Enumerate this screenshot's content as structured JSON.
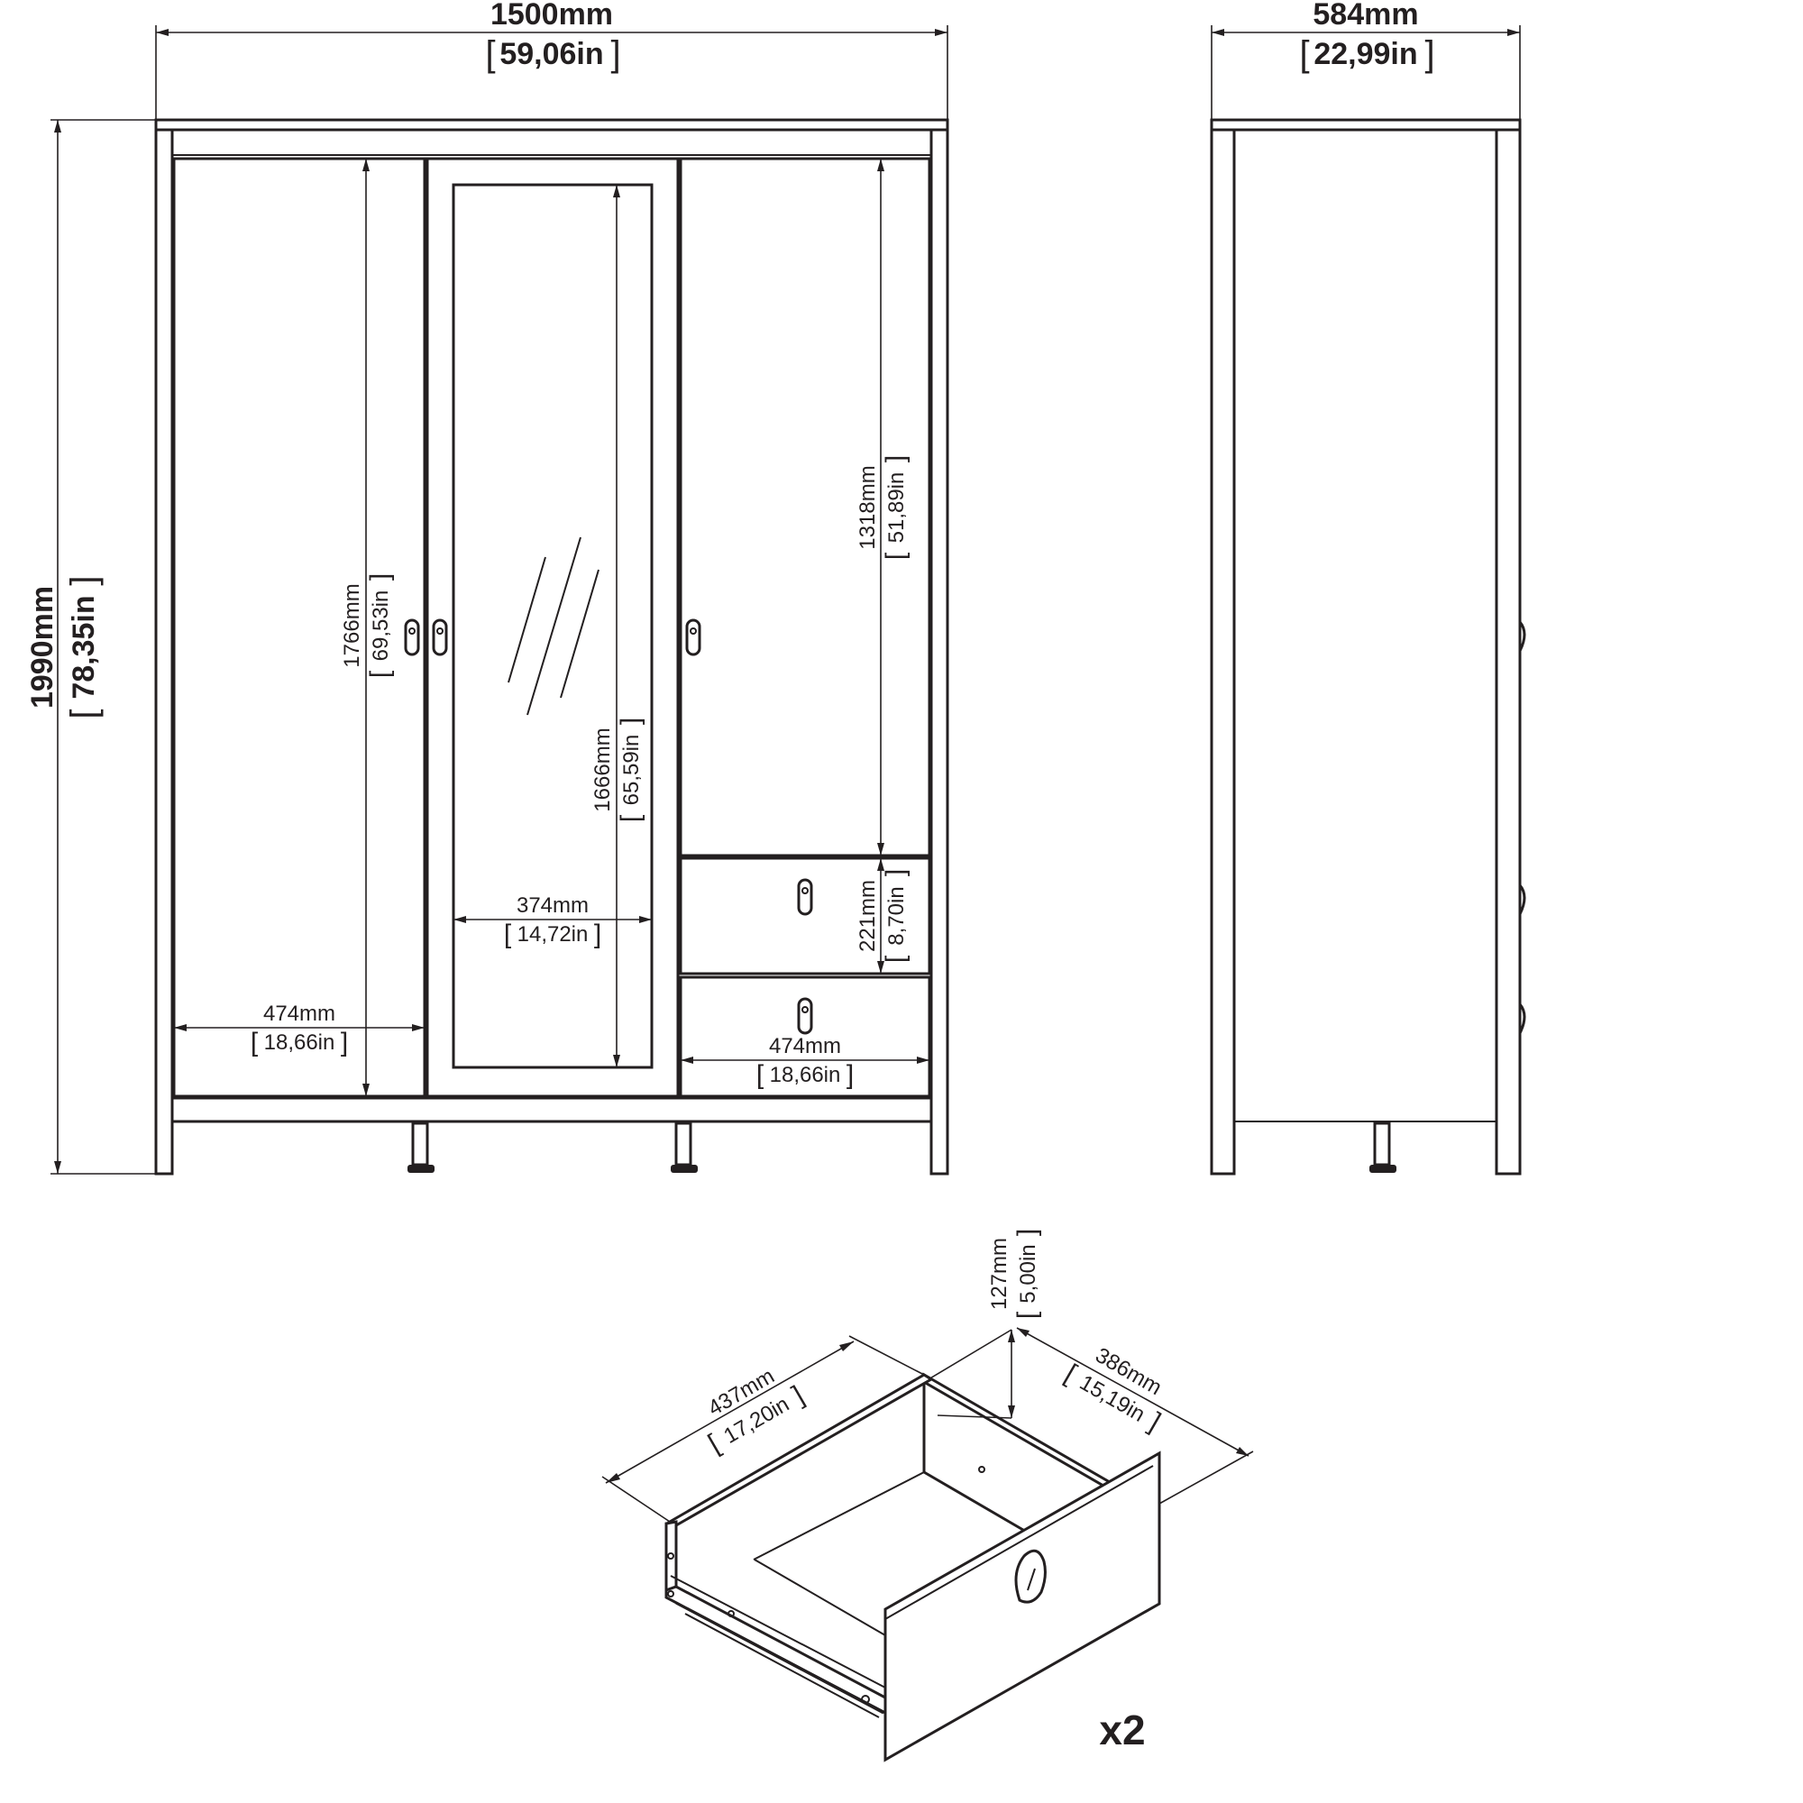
{
  "overall": {
    "width": {
      "mm": "1500mm",
      "in": "59,06in"
    },
    "depth": {
      "mm": "584mm",
      "in": "22,99in"
    },
    "height": {
      "mm": "1990mm",
      "in": "78,35in"
    }
  },
  "inner": {
    "left_door_height": {
      "mm": "1766mm",
      "in": "69,53in"
    },
    "left_door_width": {
      "mm": "474mm",
      "in": "18,66in"
    },
    "glass_height": {
      "mm": "1666mm",
      "in": "65,59in"
    },
    "glass_width": {
      "mm": "374mm",
      "in": "14,72in"
    },
    "right_door_height": {
      "mm": "1318mm",
      "in": "51,89in"
    },
    "drawer_front_height": {
      "mm": "221mm",
      "in": "8,70in"
    },
    "drawer_width": {
      "mm": "474mm",
      "in": "18,66in"
    }
  },
  "drawer_detail": {
    "height": {
      "mm": "127mm",
      "in": "5,00in"
    },
    "width": {
      "mm": "437mm",
      "in": "17,20in"
    },
    "depth": {
      "mm": "386mm",
      "in": "15,19in"
    },
    "quantity": "x2"
  }
}
